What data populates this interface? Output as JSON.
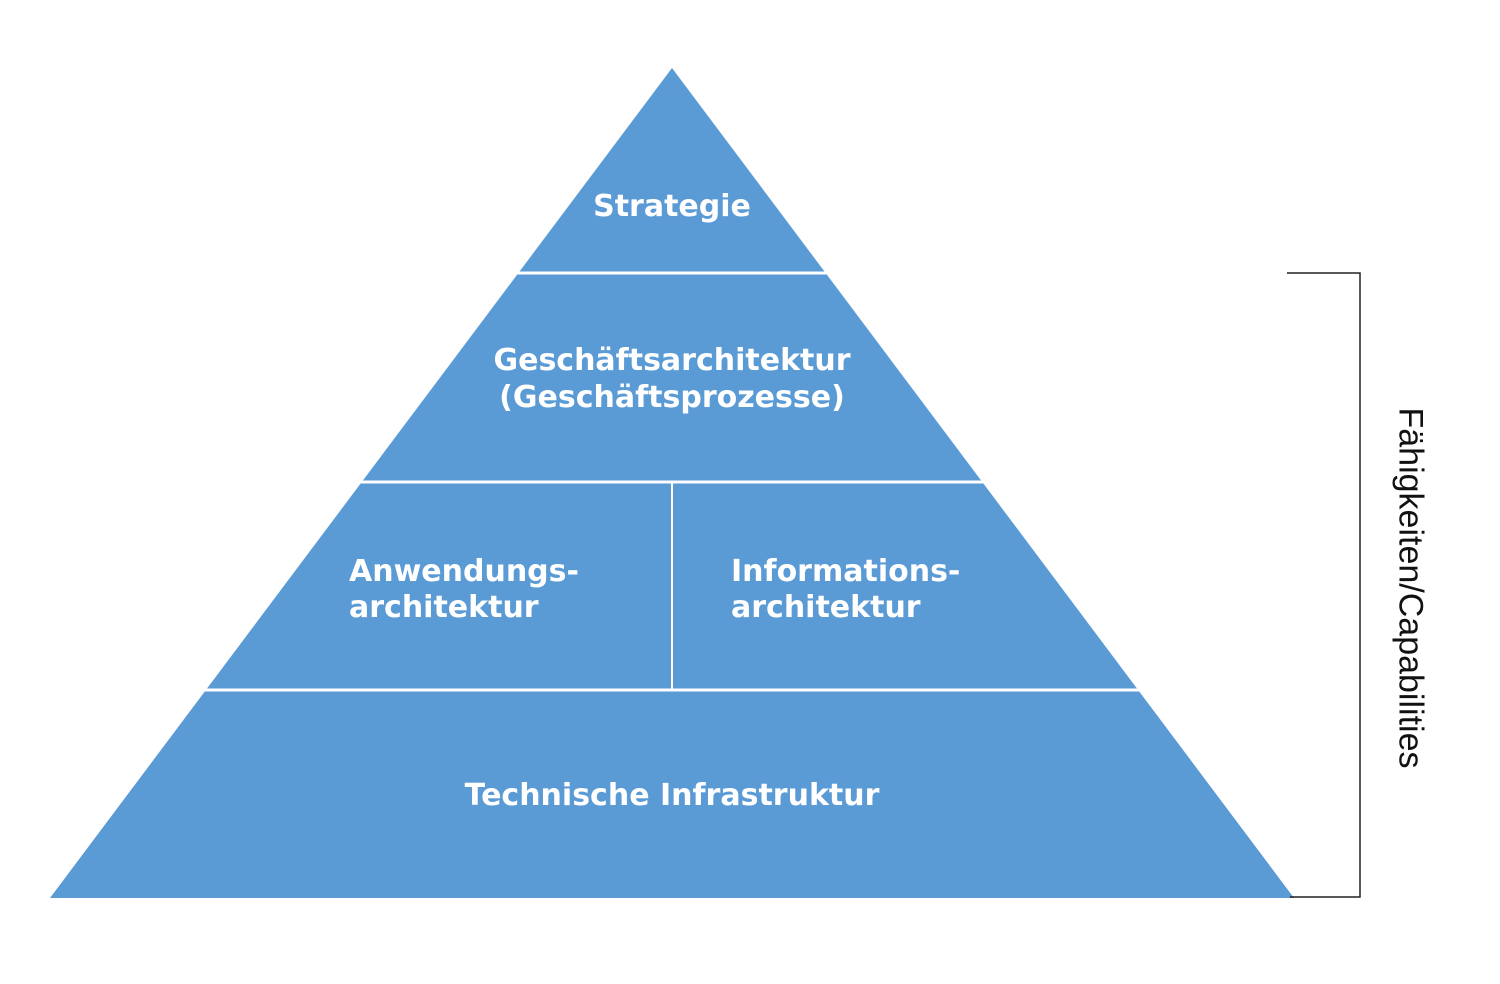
{
  "diagram": {
    "type": "pyramid",
    "fill_color": "#5b9bd5",
    "divider_color": "#ffffff",
    "layers": [
      {
        "id": "strategie",
        "label": "Strategie"
      },
      {
        "id": "geschaeftsarchitektur",
        "line1": "Geschäftsarchitektur",
        "line2": "(Geschäftsprozesse)"
      },
      {
        "id": "anwendungsarchitektur",
        "line1": "Anwendungs-",
        "line2": "architektur"
      },
      {
        "id": "informationsarchitektur",
        "line1": "Informations-",
        "line2": "architektur"
      },
      {
        "id": "technische-infrastruktur",
        "label": "Technische Infrastruktur"
      }
    ],
    "bracket": {
      "label": "Fähigkeiten/Capabilities",
      "spans": [
        "Geschäftsarchitektur (Geschäftsprozesse)",
        "Anwendungsarchitektur",
        "Informationsarchitektur",
        "Technische Infrastruktur"
      ]
    }
  }
}
